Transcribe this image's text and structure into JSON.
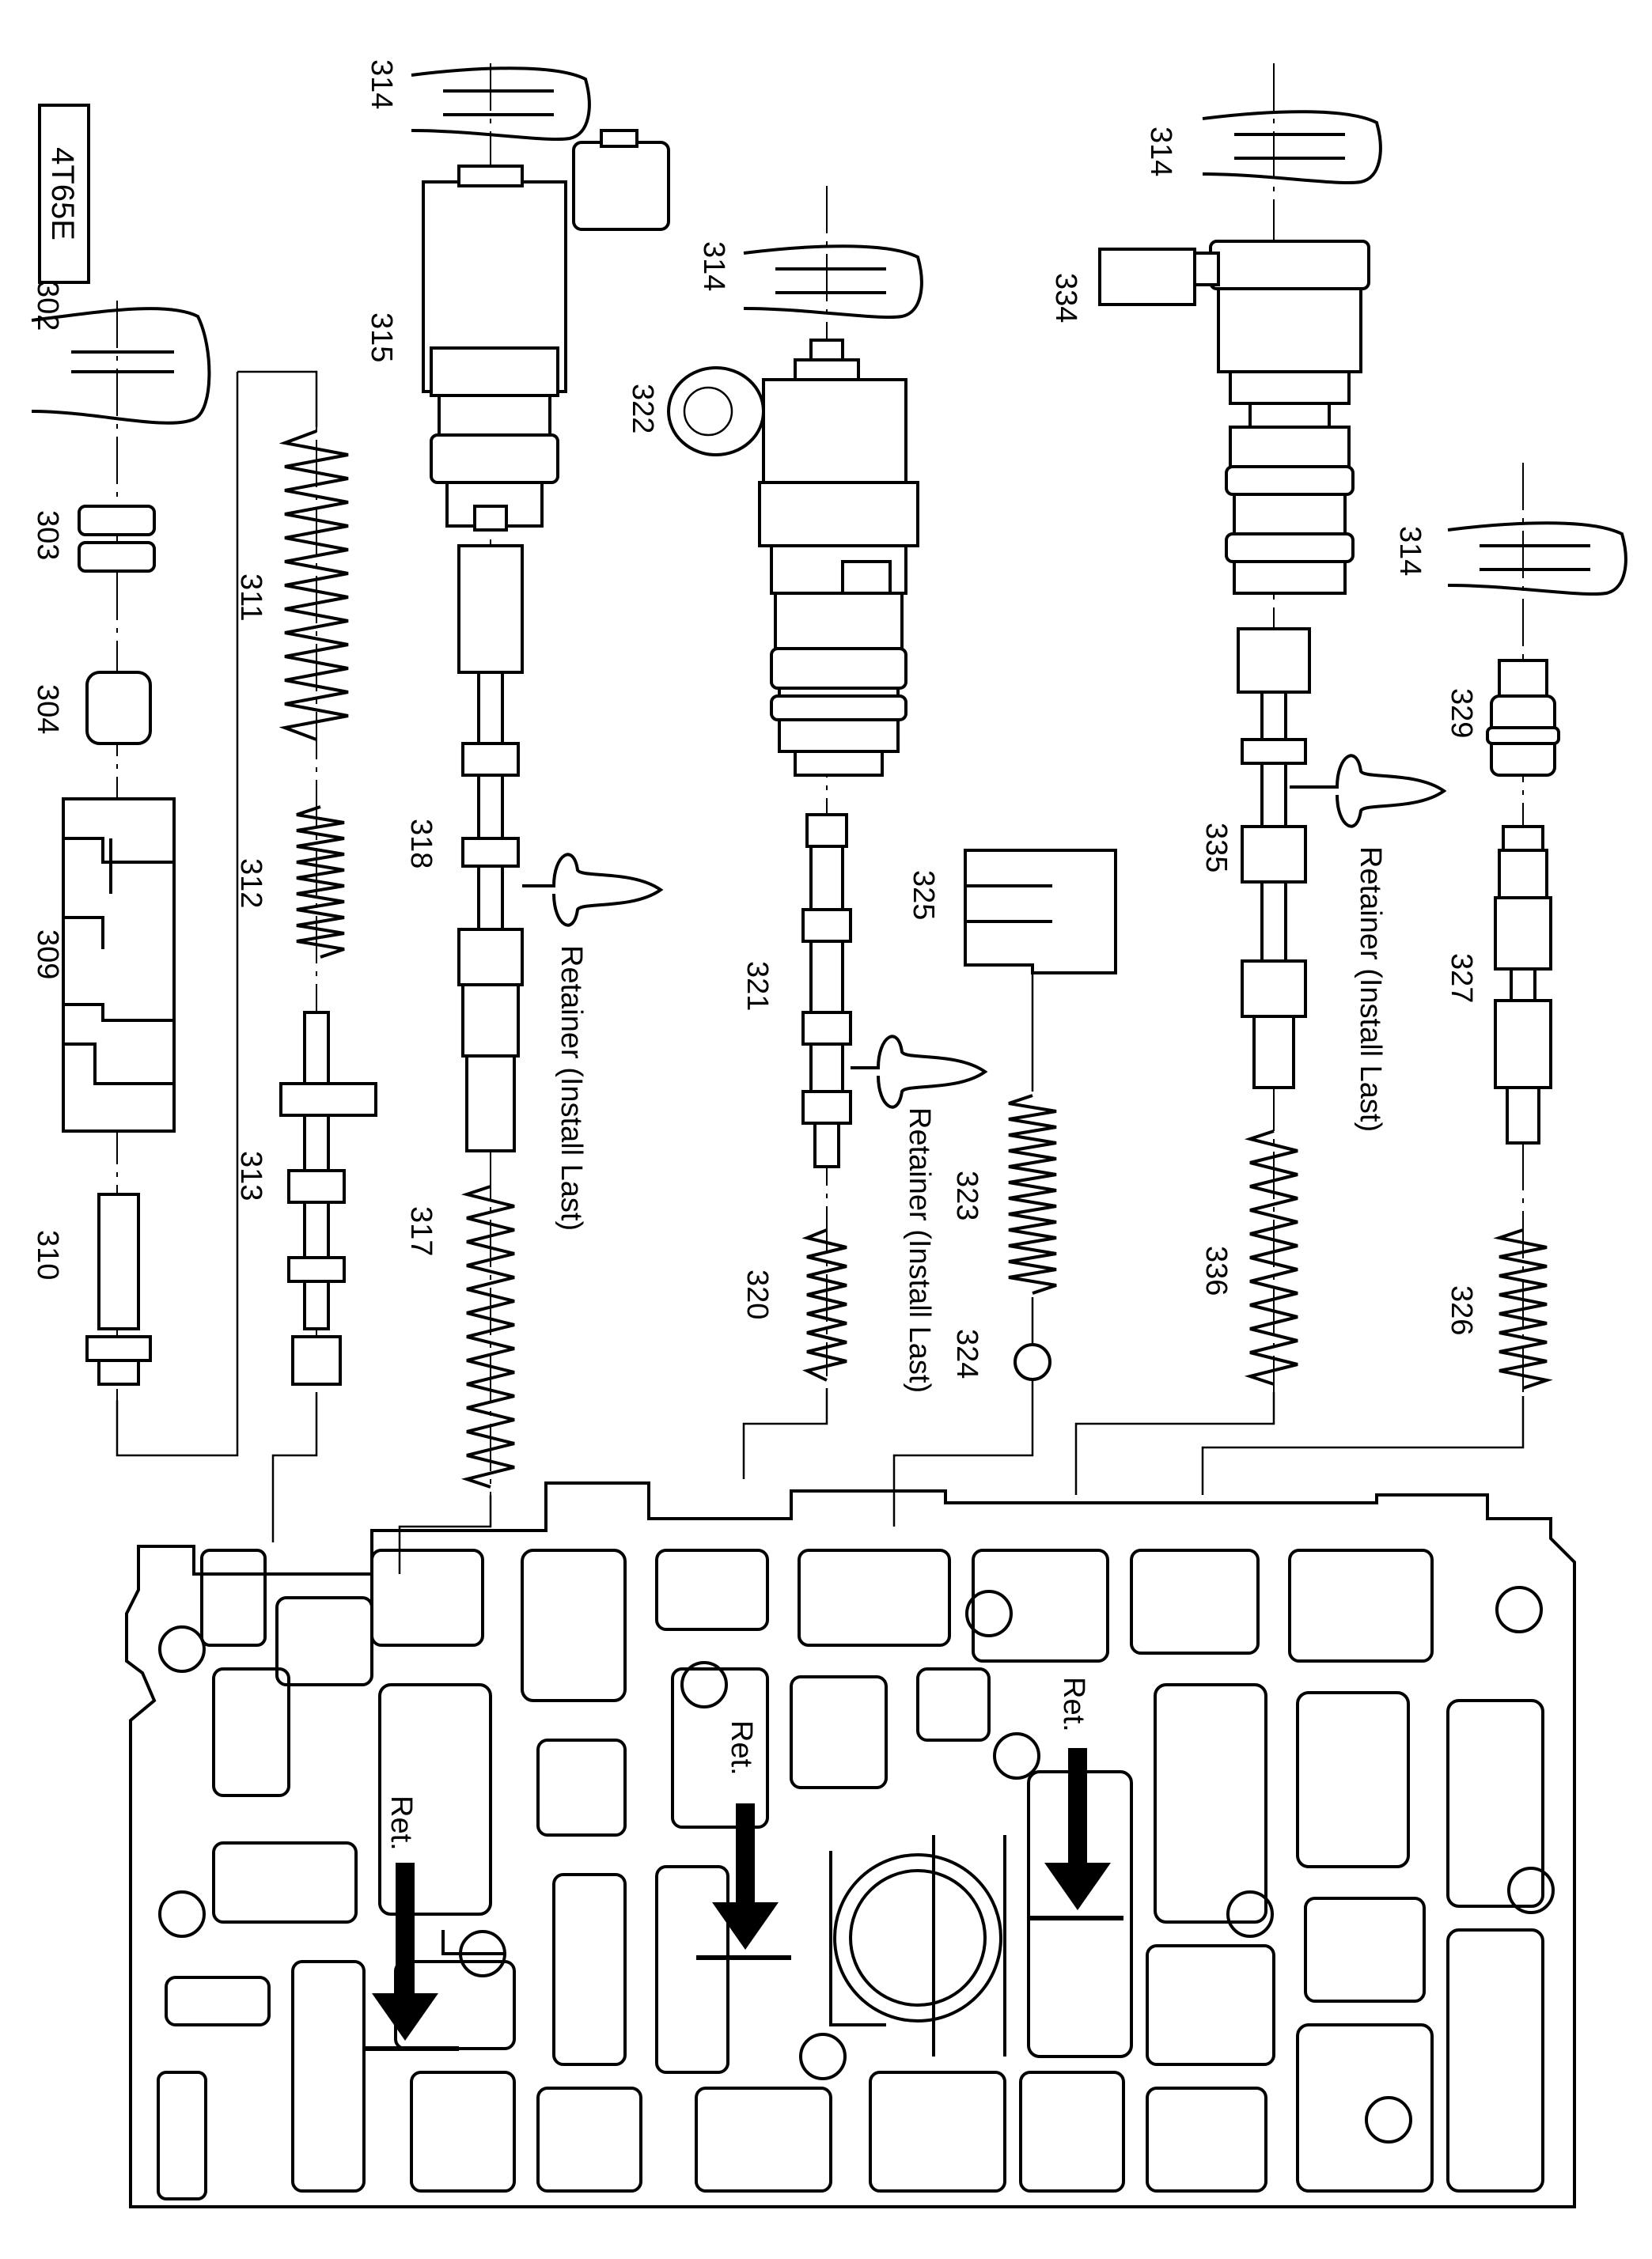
{
  "transmission_code": "4T65E",
  "part_labels": [
    "302",
    "303",
    "304",
    "309",
    "310",
    "311",
    "312",
    "313",
    "314",
    "315",
    "317",
    "318",
    "320",
    "321",
    "322",
    "323",
    "324",
    "325",
    "326",
    "327",
    "329",
    "334",
    "335",
    "336"
  ],
  "retainer_text": "Retainer (Install Last)",
  "ret_text": "Ret."
}
